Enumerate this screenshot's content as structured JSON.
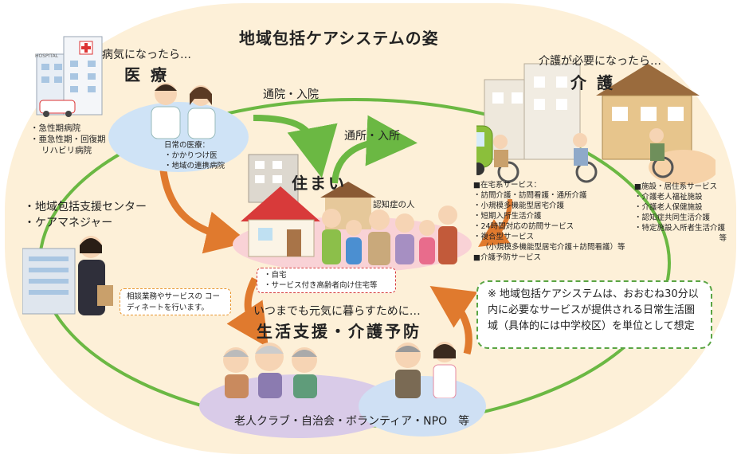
{
  "title": "地域包括ケアシステムの姿",
  "medical": {
    "prompt": "病気になったら…",
    "heading": "医 療",
    "hospitals": [
      "急性期病院",
      "亜急性期・回復期",
      "リハビリ病院"
    ],
    "daily_title": "日常の医療：",
    "daily_items": [
      "かかりつけ医",
      "地域の連携病院"
    ],
    "hospital_sign": "HOSPITAL"
  },
  "care": {
    "prompt": "介護が必要になったら…",
    "heading": "介 護",
    "home_title": "■在宅系サービス：",
    "home_items": [
      "訪問介護・訪問看護・通所介護",
      "小規模多機能型居宅介護",
      "短期入所生活介護",
      "24時間対応の訪問サービス",
      "複合型サービス"
    ],
    "home_note": "（小規模多機能型居宅介護＋訪問看護）等",
    "prevention": "■介護予防サービス",
    "facility_title": "■施設・居住系サービス",
    "facility_items": [
      "介護老人福祉施設",
      "介護老人保健施設",
      "認知症共同生活介護",
      "特定施設入所者生活介護"
    ],
    "facility_suffix": "等"
  },
  "arrows": {
    "hospital": "通院・入院",
    "daycare": "通所・入所"
  },
  "housing": {
    "heading": "住まい",
    "items": [
      "自宅",
      "サービス付き高齢者向け住宅等"
    ],
    "dementia": "認知症の人"
  },
  "support": {
    "items": [
      "地域包括支援センター",
      "ケアマネジャー"
    ],
    "consult": "相談業務やサービスの コーディネートを行います。"
  },
  "living": {
    "subtitle": "いつまでも元気に暮らすために…",
    "heading": "生活支援・介護予防",
    "groups": "老人クラブ・自治会・ボランティア・NPO　等"
  },
  "note": "※ 地域包括ケアシステムは、おおむね30分以内に必要なサービスが提供される日常生活圏域（具体的には中学校区）を単位として想定",
  "colors": {
    "loop": "#6bb843",
    "arrow": "#e07a2e",
    "medical_ellipse": "#cfe3f6",
    "housing_ellipse": "#f9d2d6",
    "living_ellipse": "#d9cbe8",
    "background": "#fdf0d8"
  }
}
